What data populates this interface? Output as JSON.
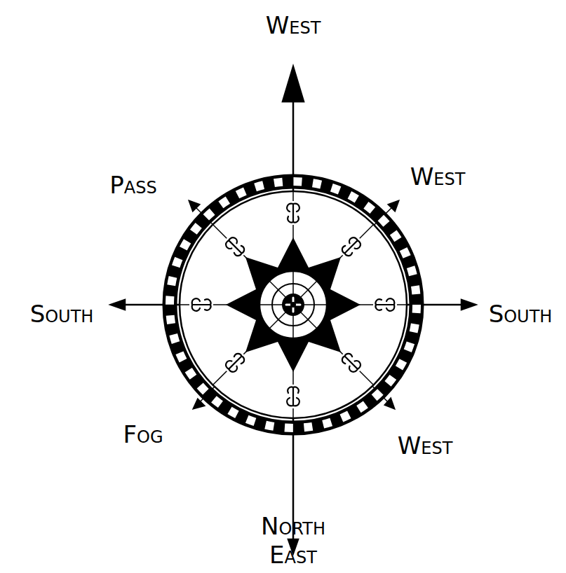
{
  "diagram": {
    "labels": [
      "West",
      "Pass",
      "West",
      "South",
      "South",
      "Fog",
      "West",
      "North East"
    ]
  }
}
